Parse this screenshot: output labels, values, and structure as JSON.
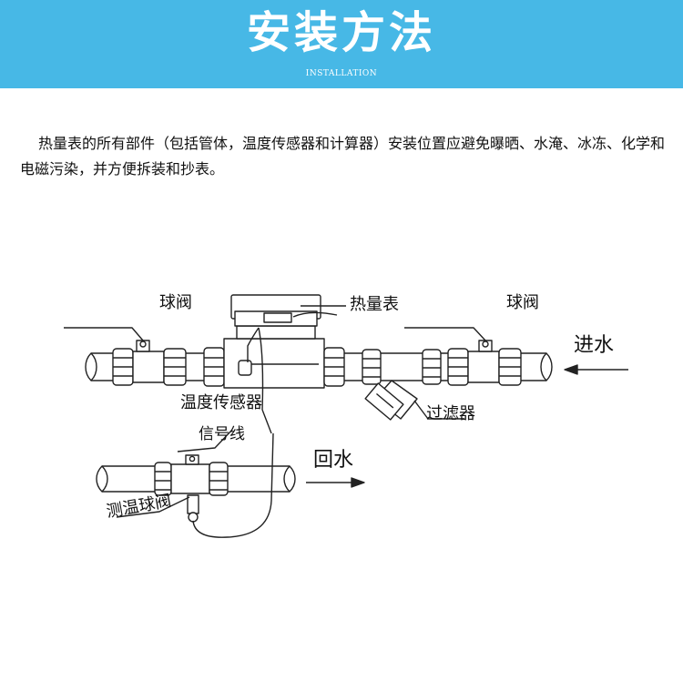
{
  "header": {
    "title": "安装方法",
    "subtitle": "INSTALLATION"
  },
  "description": "热量表的所有部件（包括管体，温度传感器和计算器）安装位置应避免曝晒、水淹、冰冻、化学和电磁污染，并方便拆装和抄表。",
  "diagram": {
    "labels": {
      "ball_valve_left": "球阀",
      "heat_meter": "热量表",
      "ball_valve_right": "球阀",
      "water_in": "进水",
      "temp_sensor": "温度传感器",
      "filter": "过滤器",
      "signal_line": "信号线",
      "water_return": "回水",
      "temp_ball_valve": "测温球阀"
    },
    "colors": {
      "line": "#222222",
      "pipe_fill": "#ffffff"
    }
  }
}
